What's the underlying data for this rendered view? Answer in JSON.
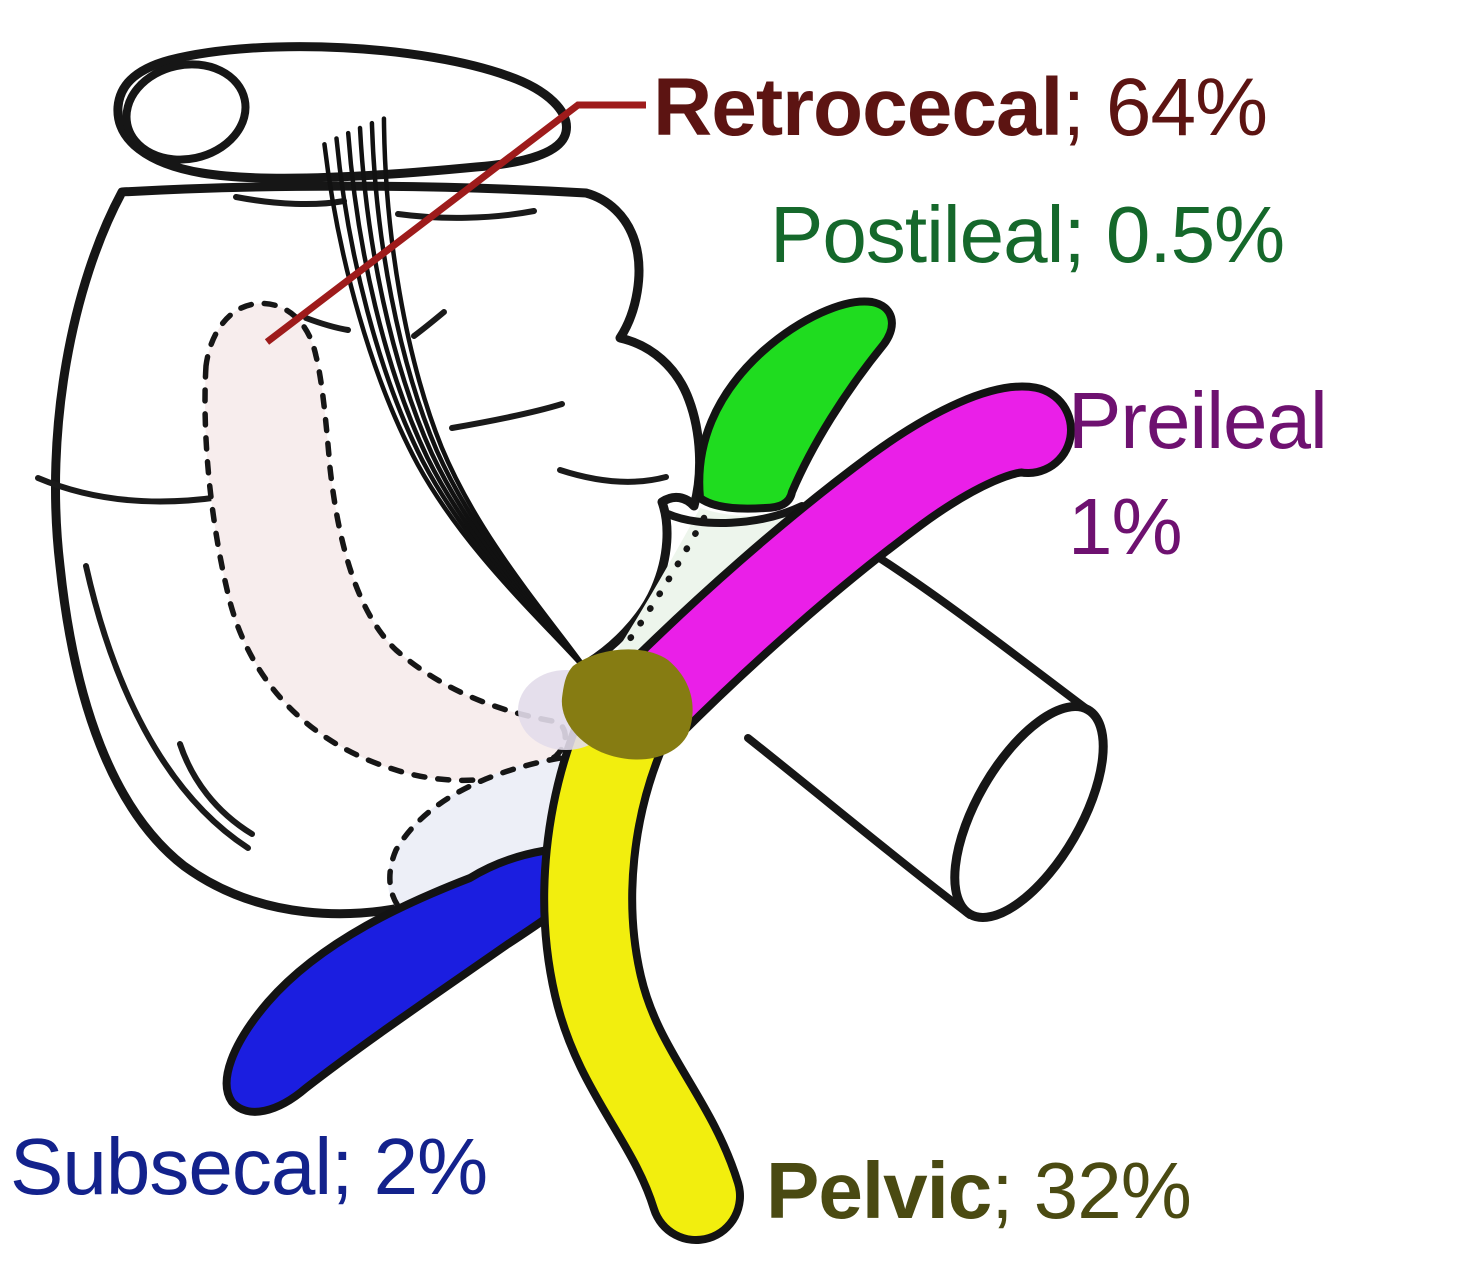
{
  "figure": {
    "background": "#ffffff",
    "outline_color": "#161616",
    "leader_line_color": "#9e1b1b",
    "positions": [
      {
        "id": "retrocecal",
        "label": "Retrocecal",
        "separator": "; ",
        "percent": "64%",
        "label_bold": true,
        "text_color": "#5c1412",
        "shape_color": "#f7eded",
        "depiction": "dashed-outline-behind-cecum"
      },
      {
        "id": "postileal",
        "label": "Postileal",
        "separator": "; ",
        "percent": "0.5%",
        "label_bold": false,
        "text_color": "#15682b",
        "shape_color": "#1fdc1f"
      },
      {
        "id": "preileal",
        "label": "Preileal",
        "separator": "",
        "percent": "1%",
        "label_bold": false,
        "text_color": "#6e1170",
        "shape_color": "#ea1fe8"
      },
      {
        "id": "subsecal",
        "label": "Subsecal",
        "separator": "; ",
        "percent": "2%",
        "label_bold": false,
        "text_color": "#13228c",
        "shape_color": "#1b1ee0"
      },
      {
        "id": "pelvic",
        "label": "Pelvic",
        "separator": "; ",
        "percent": "32%",
        "label_bold": true,
        "text_color": "#4a4a12",
        "shape_color": "#f2ee0e"
      }
    ],
    "anatomy_colors": {
      "appendix_root": "#867c12",
      "lavender_patch": "#e2dcea",
      "ileocecal_channel": "#edf5ec",
      "cecum_lower_tint": "#edeff7"
    }
  }
}
